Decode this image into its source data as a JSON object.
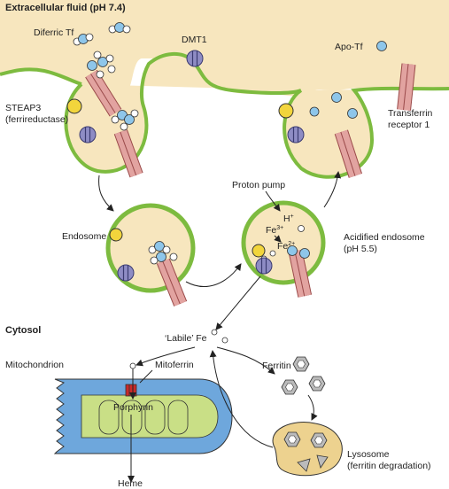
{
  "labels": {
    "extracellular": "Extracellular fluid (pH 7.4)",
    "diferric_tf": "Diferric Tf",
    "dmt1": "DMT1",
    "apo_tf": "Apo-Tf",
    "steap3_line1": "STEAP3",
    "steap3_line2": "(ferrireductase)",
    "transferrin_line1": "Transferrin",
    "transferrin_line2": "receptor 1",
    "endosome": "Endosome",
    "proton_pump": "Proton pump",
    "h_plus": "H",
    "h_plus_sup": "+",
    "fe3": "Fe",
    "fe3_sup": "3+",
    "fe2": "Fe",
    "fe2_sup": "2+",
    "acidified_line1": "Acidified endosome",
    "acidified_line2": "(pH 5.5)",
    "cytosol": "Cytosol",
    "labile_fe": "‘Labile’ Fe",
    "mitochondrion": "Mitochondrion",
    "mitoferrin": "Mitoferrin",
    "porphyrin": "Porphyrin",
    "heme": "Heme",
    "ferritin": "Ferritin",
    "lysosome_line1": "Lysosome",
    "lysosome_line2": "(ferritin degradation)"
  },
  "colors": {
    "fluid": "#f7e6be",
    "membrane": "#7dbb3f",
    "iron_blue": "#8ec6ea",
    "dmt1": "#8e8cc4",
    "steap3": "#f2d53c",
    "receptor": "#e2a3a0",
    "mito_outer": "#6ea7dc",
    "mito_inner": "#c9df86",
    "lysosome": "#edd28f",
    "ferritin": "#bbbbbb"
  }
}
